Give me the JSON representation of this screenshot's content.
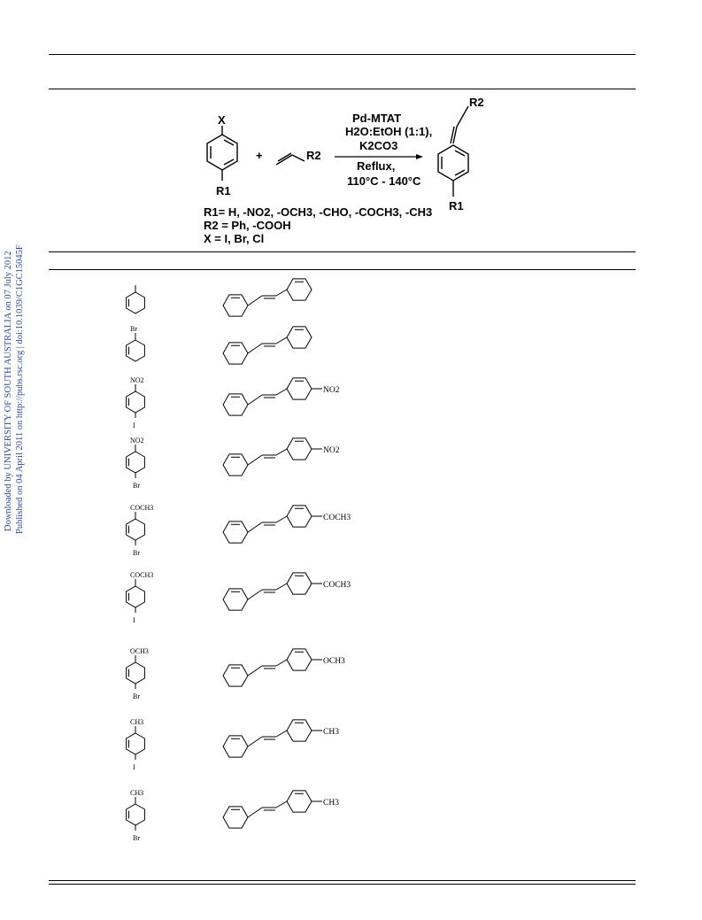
{
  "sidebar": {
    "line1": "Downloaded by UNIVERSITY OF SOUTH AUSTRALIA on 07 July 2012",
    "line2": "Published on 04 April 2011 on http://pubs.rsc.org | doi:10.1039/C1GC15045F"
  },
  "scheme": {
    "reactant_x": "X",
    "reactant_r1": "R1",
    "plus": "+",
    "alkene_r2": "R2",
    "cond1": "Pd-MTAT",
    "cond2": "H2O:EtOH (1:1),",
    "cond3": "K2CO3",
    "cond4": "Reflux,",
    "cond5": "110°C - 140°C",
    "product_r2": "R2",
    "product_r1": "R1",
    "def_r1": "R1= H, -NO2, -OCH3, -CHO, -COCH3, -CH3",
    "def_r2": "R2 = Ph, -COOH",
    "def_x": "X = I, Br, Cl"
  },
  "rows": [
    {
      "sub_top": "",
      "sub_bottom": "",
      "prod_sub": ""
    },
    {
      "sub_top": "Br",
      "sub_bottom": "",
      "prod_sub": ""
    },
    {
      "sub_top": "NO2",
      "sub_bottom": "I",
      "prod_sub": "NO2"
    },
    {
      "sub_top": "NO2",
      "sub_bottom": "Br",
      "prod_sub": "NO2"
    },
    {
      "sub_top": "COCH3",
      "sub_bottom": "Br",
      "prod_sub": "COCH3"
    },
    {
      "sub_top": "COCH3",
      "sub_bottom": "I",
      "prod_sub": "COCH3"
    },
    {
      "sub_top": "OCH3",
      "sub_bottom": "Br",
      "prod_sub": "OCH3"
    },
    {
      "sub_top": "CH3",
      "sub_bottom": "I",
      "prod_sub": "CH3"
    },
    {
      "sub_top": "CH3",
      "sub_bottom": "Br",
      "prod_sub": "CH3"
    }
  ]
}
